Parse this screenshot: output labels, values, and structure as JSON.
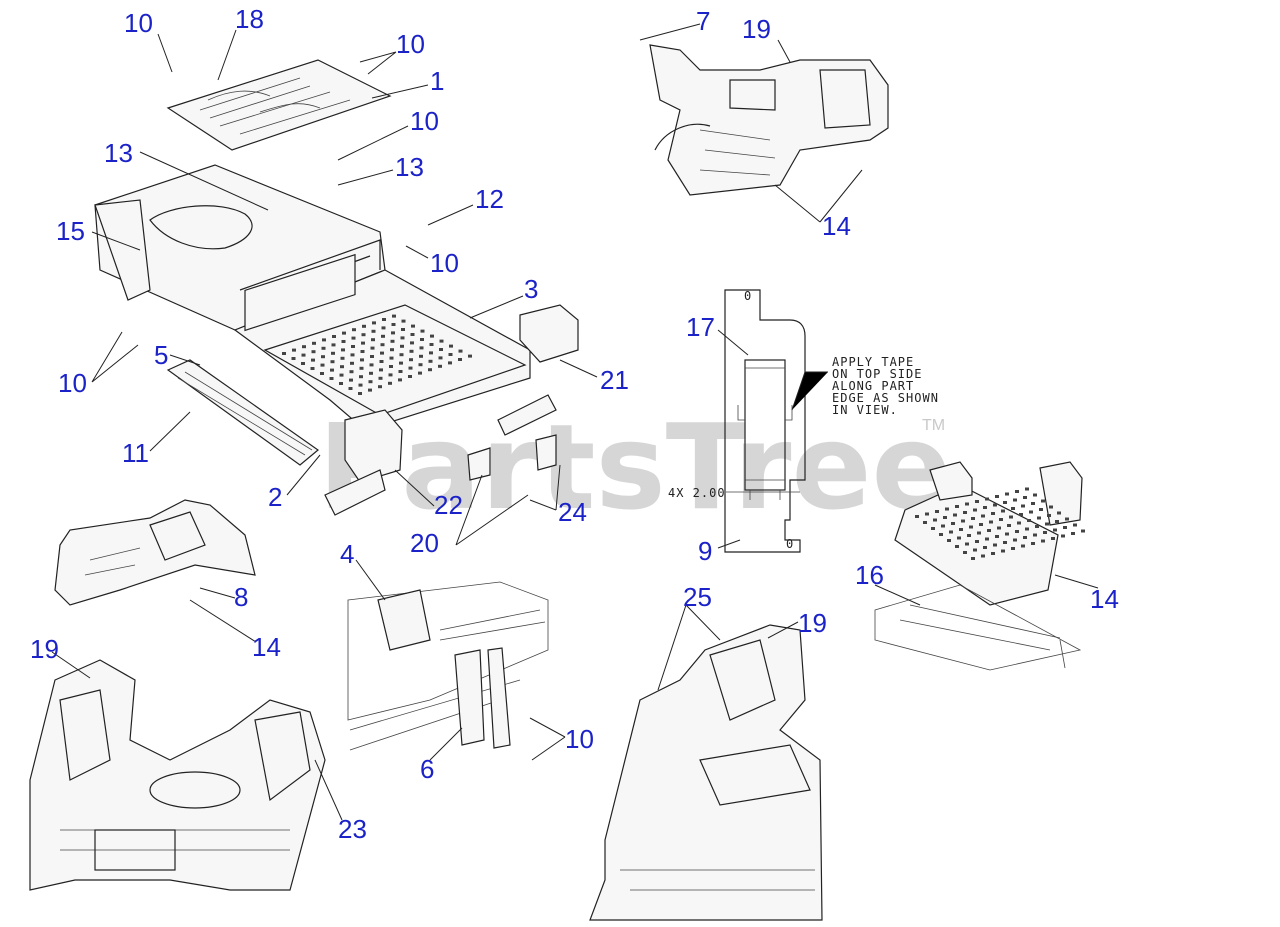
{
  "watermark": {
    "text": "PartsTree",
    "trademark": "TM"
  },
  "note": {
    "lines": [
      "APPLY TAPE",
      "ON TOP SIDE",
      "ALONG PART",
      "EDGE AS SHOWN",
      "IN VIEW."
    ],
    "dimension": "4X 2.00",
    "zero_top": "0",
    "zero_bottom": "0"
  },
  "callouts": [
    {
      "id": "c10a",
      "label": "10"
    },
    {
      "id": "c18",
      "label": "18"
    },
    {
      "id": "c10b",
      "label": "10"
    },
    {
      "id": "c1",
      "label": "1"
    },
    {
      "id": "c10c",
      "label": "10"
    },
    {
      "id": "c13a",
      "label": "13"
    },
    {
      "id": "c13b",
      "label": "13"
    },
    {
      "id": "c12",
      "label": "12"
    },
    {
      "id": "c15",
      "label": "15"
    },
    {
      "id": "c10d",
      "label": "10"
    },
    {
      "id": "c3",
      "label": "3"
    },
    {
      "id": "c5",
      "label": "5"
    },
    {
      "id": "c10e",
      "label": "10"
    },
    {
      "id": "c21",
      "label": "21"
    },
    {
      "id": "c11",
      "label": "11"
    },
    {
      "id": "c2",
      "label": "2"
    },
    {
      "id": "c22",
      "label": "22"
    },
    {
      "id": "c20",
      "label": "20"
    },
    {
      "id": "c24",
      "label": "24"
    },
    {
      "id": "c7",
      "label": "7"
    },
    {
      "id": "c19a",
      "label": "19"
    },
    {
      "id": "c14a",
      "label": "14"
    },
    {
      "id": "c17",
      "label": "17"
    },
    {
      "id": "c9",
      "label": "9"
    },
    {
      "id": "c16",
      "label": "16"
    },
    {
      "id": "c14b",
      "label": "14"
    },
    {
      "id": "c8",
      "label": "8"
    },
    {
      "id": "c14c",
      "label": "14"
    },
    {
      "id": "c4",
      "label": "4"
    },
    {
      "id": "c25",
      "label": "25"
    },
    {
      "id": "c19b",
      "label": "19"
    },
    {
      "id": "c10f",
      "label": "10"
    },
    {
      "id": "c6",
      "label": "6"
    },
    {
      "id": "c19c",
      "label": "19"
    },
    {
      "id": "c23",
      "label": "23"
    }
  ]
}
